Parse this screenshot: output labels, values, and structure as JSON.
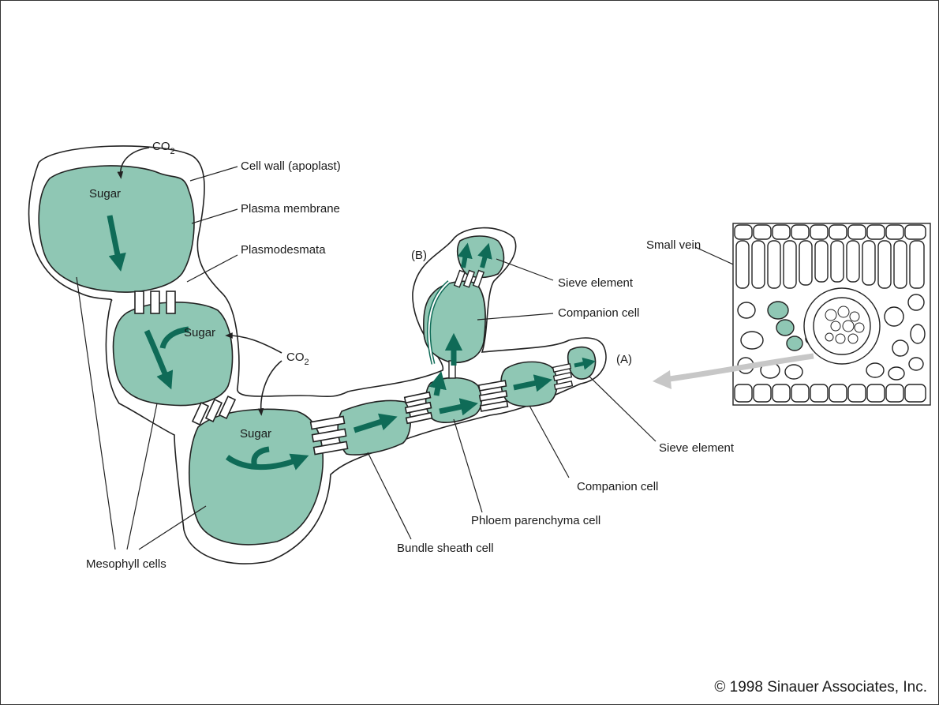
{
  "colors": {
    "cell_fill": "#8fc7b4",
    "arrow": "#0f6b57",
    "outline": "#222222",
    "leader": "#222222",
    "gray_arrow": "#c7c7c7"
  },
  "labels": {
    "co2_top": "CO",
    "co2_top_sub": "2",
    "co2_mid": "CO",
    "co2_mid_sub": "2",
    "sugar_1": "Sugar",
    "sugar_2": "Sugar",
    "sugar_3": "Sugar",
    "cell_wall": "Cell wall (apoplast)",
    "plasma_membrane": "Plasma membrane",
    "plasmodesmata": "Plasmodesmata",
    "mesophyll_cells": "Mesophyll cells",
    "bundle_sheath_cell": "Bundle sheath cell",
    "phloem_parenchyma_cell": "Phloem parenchyma cell",
    "companion_cell_a": "Companion cell",
    "sieve_element_a": "Sieve element",
    "companion_cell_b": "Companion cell",
    "sieve_element_b": "Sieve element",
    "marker_a": "(A)",
    "marker_b": "(B)",
    "small_vein": "Small vein"
  },
  "copyright": "© 1998 Sinauer Associates, Inc."
}
